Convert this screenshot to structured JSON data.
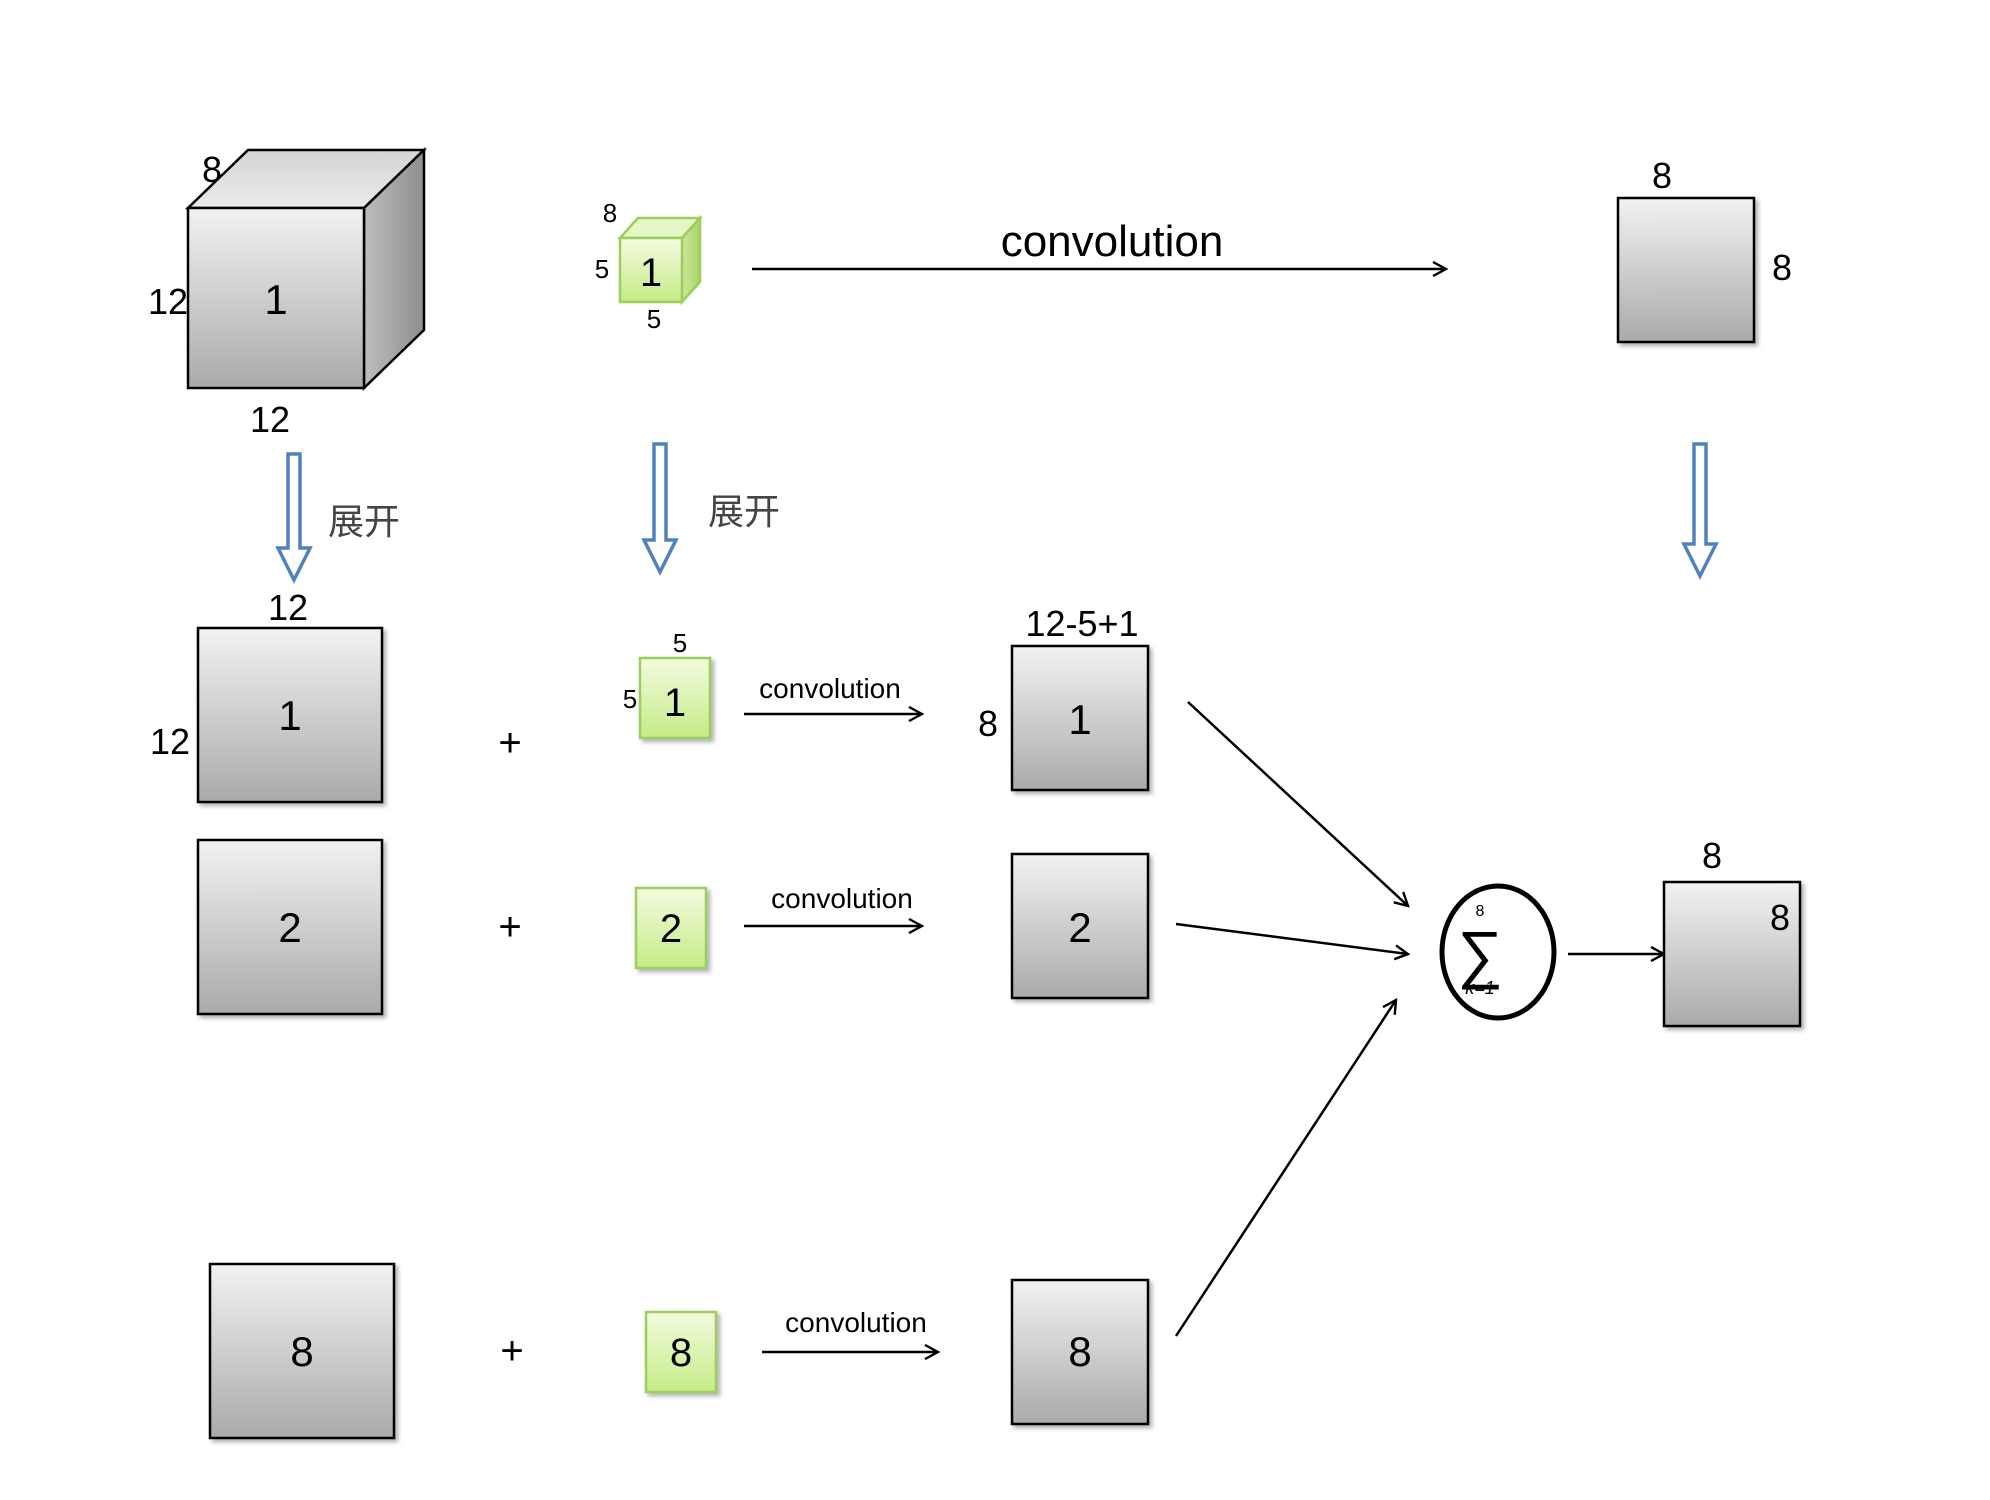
{
  "colors": {
    "gray_light": "#f2f2f2",
    "gray_dark": "#aaaaaa",
    "green_light": "#f3fbdf",
    "green_dark": "#c5eb86",
    "green_stroke": "#9ccd5e",
    "blue_arrow": "#4f81bd",
    "black": "#000000"
  },
  "top": {
    "input_cube": {
      "label": "1",
      "dim_depth": "8",
      "dim_height": "12",
      "dim_width": "12"
    },
    "kernel_cube": {
      "label": "1",
      "dim_depth": "8",
      "dim_height": "5",
      "dim_width": "5"
    },
    "conv_label": "convolution",
    "output_square": {
      "dim_top": "8",
      "dim_right": "8"
    },
    "expand_label_left": "展开",
    "expand_label_middle": "展开"
  },
  "rows": [
    {
      "input": {
        "label": "1",
        "dim_top": "12",
        "dim_left": "12"
      },
      "plus": "+",
      "kernel": {
        "label": "1",
        "dim_top": "5",
        "dim_left": "5"
      },
      "conv_label": "convolution",
      "result": {
        "label": "1",
        "dim_top": "12-5+1",
        "dim_left": "8"
      }
    },
    {
      "input": {
        "label": "2"
      },
      "plus": "+",
      "kernel": {
        "label": "2"
      },
      "conv_label": "convolution",
      "result": {
        "label": "2"
      }
    },
    {
      "input": {
        "label": "8"
      },
      "plus": "+",
      "kernel": {
        "label": "8"
      },
      "conv_label": "convolution",
      "result": {
        "label": "8"
      }
    }
  ],
  "sum": {
    "symbol": "∑",
    "upper": "8",
    "lower": "k=1"
  },
  "final_output": {
    "dim_top": "8",
    "dim_inner": "8"
  }
}
